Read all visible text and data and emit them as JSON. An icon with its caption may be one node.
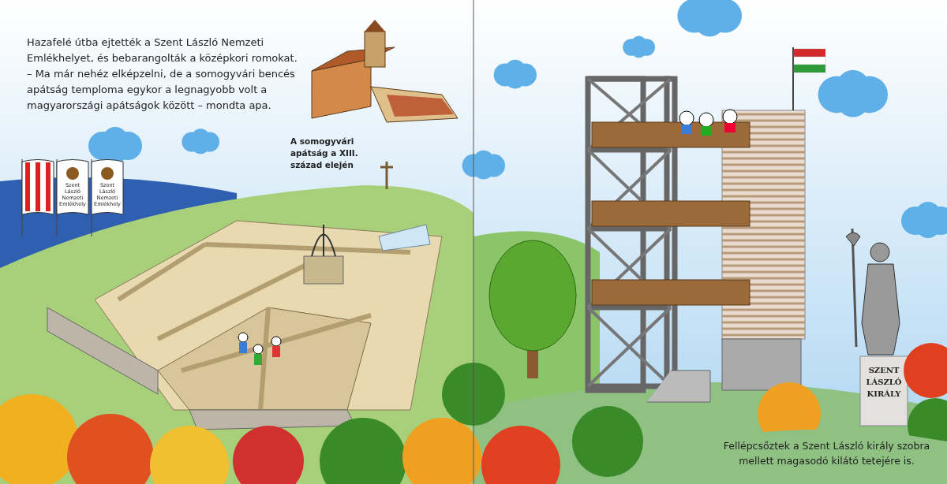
{
  "diagram": {
    "labels": [
      "Hazafelé útba ejtették a Szent László Nemzeti Emlékhelyet, és bebarangolták a középkori romokat. – Ma már nehéz elképzelni, de a somogyvári bencés apátság temploma egykor a legnagyobb volt a magyarországi apátságok között – mondta apa.",
      "A somogyvári apátság a XIII. század elején",
      "Szent László Nemzeti Emlékhely",
      "Szent László Nemzeti Emlékhely",
      "SZENT LÁSZLÓ KIRÁLY",
      "Fellépcsőztek a Szent László király szobra mellett magasodó kilátó tetejére is."
    ]
  }
}
